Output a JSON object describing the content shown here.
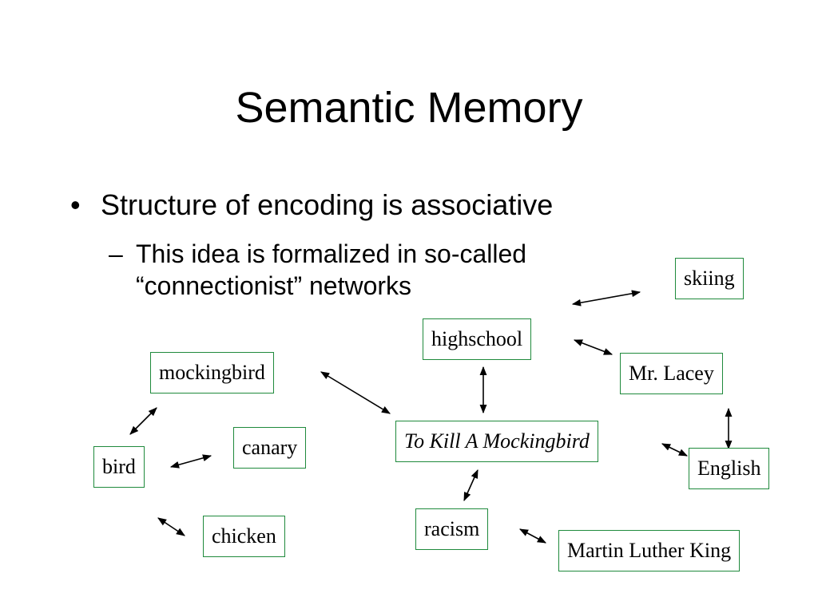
{
  "slide": {
    "title": "Semantic Memory",
    "bullet": "Structure of encoding is associative",
    "sub_dash": "–",
    "sub_bullet": "This idea is formalized in so-called “connectionist” networks"
  },
  "nodes": {
    "skiing": "skiing",
    "highschool": "highschool",
    "mr_lacey": "Mr. Lacey",
    "mockingbird": "mockingbird",
    "to_kill_a_mockingbird": "To Kill A Mockingbird",
    "canary": "canary",
    "bird": "bird",
    "english": "English",
    "racism": "racism",
    "chicken": "chicken",
    "martin_luther_king": "Martin Luther King"
  },
  "colors": {
    "node_border": "#1f8a3c",
    "link": "#000000"
  }
}
